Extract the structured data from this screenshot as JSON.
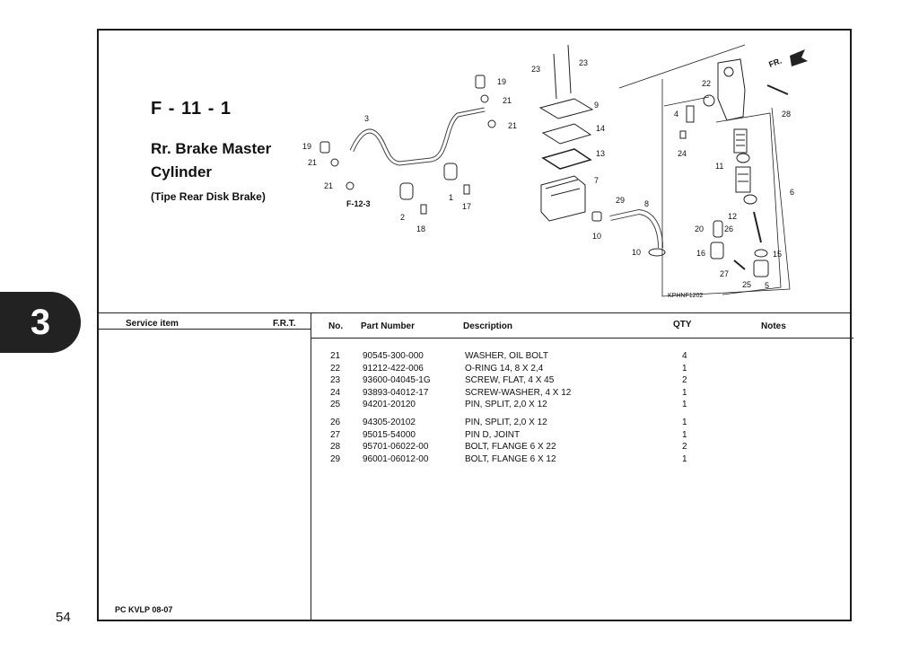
{
  "chapter_tab": "3",
  "page_number": "54",
  "figure": {
    "code": "F - 11 - 1",
    "title_line1": "Rr. Brake Master",
    "title_line2": "Cylinder",
    "subtitle": "(Tipe Rear Disk Brake)",
    "reference": "F-12-3",
    "diagram_code": "KPHNF1202",
    "direction_label": "FR."
  },
  "callouts": [
    "19",
    "21",
    "3",
    "21",
    "19",
    "21",
    "9",
    "14",
    "13",
    "7",
    "29",
    "8",
    "10",
    "10",
    "1",
    "17",
    "2",
    "18",
    "23",
    "23",
    "22",
    "4",
    "24",
    "11",
    "28",
    "6",
    "12",
    "20",
    "26",
    "16",
    "15",
    "27",
    "25",
    "5",
    "21"
  ],
  "left_table": {
    "service_item_header": "Service item",
    "frt_header": "F.R.T.",
    "footer_code": "PC KVLP 08-07"
  },
  "parts_table": {
    "headers": {
      "no": "No.",
      "part_number": "Part Number",
      "description": "Description",
      "qty": "QTY",
      "notes": "Notes"
    },
    "rows": [
      {
        "no": "21",
        "part_number": "90545-300-000",
        "description": "WASHER, OIL BOLT",
        "qty": "4",
        "notes": ""
      },
      {
        "no": "22",
        "part_number": "91212-422-006",
        "description": "O-RING 14, 8 X 2,4",
        "qty": "1",
        "notes": ""
      },
      {
        "no": "23",
        "part_number": "93600-04045-1G",
        "description": "SCREW, FLAT, 4 X 45",
        "qty": "2",
        "notes": ""
      },
      {
        "no": "24",
        "part_number": "93893-04012-17",
        "description": "SCREW-WASHER, 4 X 12",
        "qty": "1",
        "notes": ""
      },
      {
        "no": "25",
        "part_number": "94201-20120",
        "description": "PIN, SPLIT, 2,0 X 12",
        "qty": "1",
        "notes": ""
      },
      {
        "no": "26",
        "part_number": "94305-20102",
        "description": "PIN, SPLIT, 2,0 X 12",
        "qty": "1",
        "notes": ""
      },
      {
        "no": "27",
        "part_number": "95015-54000",
        "description": "PIN D, JOINT",
        "qty": "1",
        "notes": ""
      },
      {
        "no": "28",
        "part_number": "95701-06022-00",
        "description": "BOLT, FLANGE 6 X 22",
        "qty": "2",
        "notes": ""
      },
      {
        "no": "29",
        "part_number": "96001-06012-00",
        "description": "BOLT, FLANGE 6 X 12",
        "qty": "1",
        "notes": ""
      }
    ]
  }
}
